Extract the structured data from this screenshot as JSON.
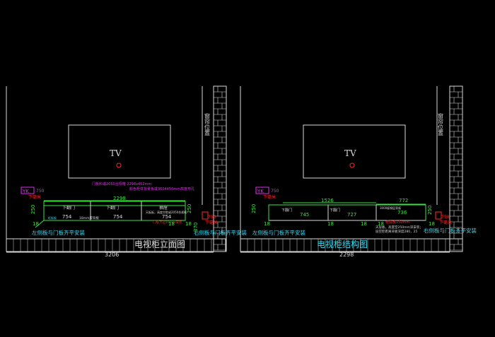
{
  "colors": {
    "background": "#000000",
    "line": "#d8d8d8",
    "dim_green": "#37e43b",
    "cyan_text": "#36d8ef",
    "magenta": "#e22df0",
    "red": "#ff2a2a"
  },
  "left": {
    "title": "电视柜立面图",
    "tv_label": "TV",
    "wall_label": "窗帘位置",
    "total_width": "3206",
    "cabinet_width": "2298",
    "yk_box": "YK",
    "yk_value": "750",
    "yk_sub": "下毫米",
    "note_top_red": "门板料或2050合规格 2298x452mm",
    "note_top_magenta": "颜色柜体背景板或3604450mm高度开孔",
    "cells": [
      "下翻门",
      "下翻门",
      "抽屉"
    ],
    "cell_sub": [
      "",
      "",
      "天板板，高度空腔或2050合规格"
    ],
    "red_note_bottom": "门板下边10mm安装",
    "dims_bottom": [
      "754",
      "754",
      "754"
    ],
    "dim_small": [
      "18",
      "18",
      "18",
      "18"
    ],
    "mid_text": "18mm厚背板",
    "left_note": "左侧板与门板齐平安装",
    "right_note": "右侧板与门板齐平安装",
    "side_dims": [
      "250",
      "250",
      "370"
    ],
    "small_label": "柜板板"
  },
  "right": {
    "title": "电视柜结构图",
    "tv_label": "TV",
    "wall_label": "窗帘位置",
    "total_width": "2298",
    "dim_top_a": "1526",
    "dim_top_b": "772",
    "yk_box": "YK",
    "yk_value": "750",
    "yk_sub": "下毫米",
    "cells": [
      "下翻门",
      "下翻门",
      "3000板钢层背板"
    ],
    "dims_bottom": [
      "745",
      "727",
      "736"
    ],
    "dim_small": [
      "18",
      "18",
      "18",
      "18",
      "18"
    ],
    "red_note": "柜底板150mm",
    "note_lines": [
      "天层板，高度空250mm深安装；",
      "层空腔距离背板深度280，25"
    ],
    "left_note": "左侧板与门板齐平安装",
    "right_note": "右侧板与门板齐平安装",
    "side_dims": [
      "250",
      "250"
    ]
  }
}
